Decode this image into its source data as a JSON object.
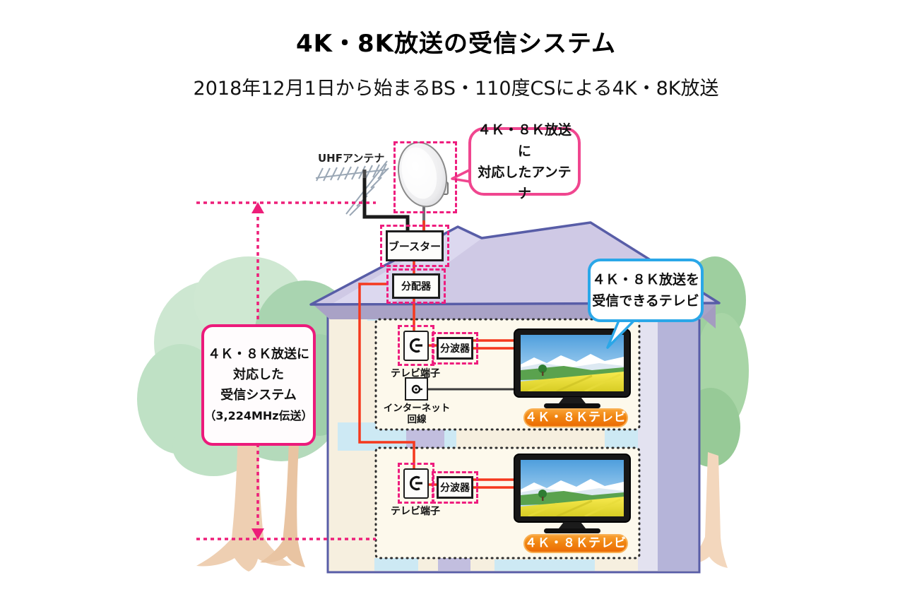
{
  "header": {
    "title": "4K・8K放送の受信システム",
    "subtitle": "2018年12月1日から始まるBS・110度CSによる4K・8K放送"
  },
  "colors": {
    "accent_pink": "#ec1a7b",
    "accent_blue": "#2aa7e8",
    "badge_orange": "#f08511",
    "cable_red": "#f5391d",
    "cable_black": "#1b1b1b",
    "roof_lavender": "#cfc9e5",
    "wall_cream": "#f6efdf",
    "tree_green": "#aed7b3"
  },
  "diagram": {
    "uhf_antenna_label": "UHFアンテナ",
    "antenna_callout": {
      "line1": "４Ｋ・８Ｋ放送に",
      "line2": "対応したアンテナ"
    },
    "booster_label": "ブースター",
    "distributor_label": "分配器",
    "reception_box": {
      "line1": "４Ｋ・８Ｋ放送に",
      "line2": "対応した",
      "line3": "受信システム",
      "line4": "（3,224MHz伝送）"
    },
    "tv_callout": {
      "line1": "４Ｋ・８Ｋ放送を",
      "line2": "受信できるテレビ"
    },
    "floors": [
      {
        "terminal_label": "テレビ端子",
        "separator_label": "分波器",
        "internet_label_line1": "インターネット",
        "internet_label_line2": "回線",
        "tv_badge": "４Ｋ・８Ｋテレビ"
      },
      {
        "terminal_label": "テレビ端子",
        "separator_label": "分波器",
        "tv_badge": "４Ｋ・８Ｋテレビ"
      }
    ]
  }
}
